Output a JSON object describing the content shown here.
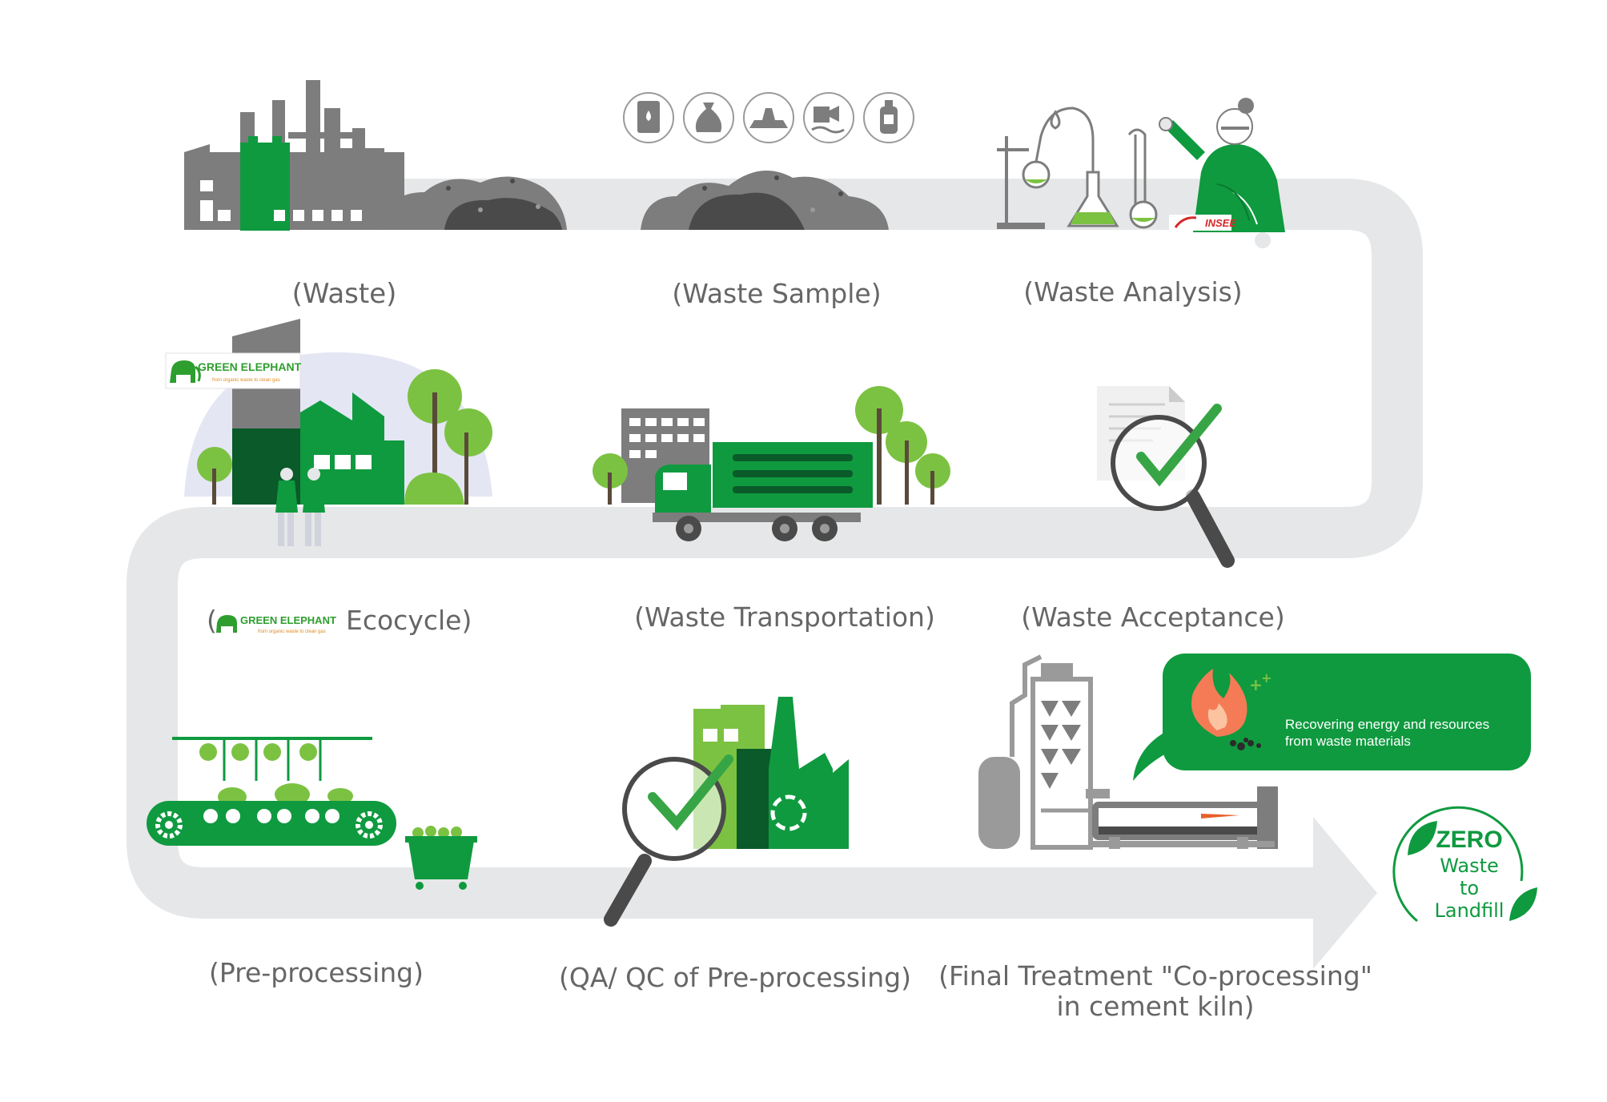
{
  "steps": {
    "waste": "(Waste)",
    "waste_sample": "(Waste Sample)",
    "waste_analysis": "(Waste Analysis)",
    "ecocycle_open": "(",
    "ecocycle_suffix": " Ecocycle)",
    "waste_transportation": "(Waste Transportation)",
    "waste_acceptance": "(Waste Acceptance)",
    "pre_processing": "(Pre-processing)",
    "qa_qc": "(QA/ QC of Pre-processing)",
    "final_treatment_line1": "(Final Treatment \"Co-processing\"",
    "final_treatment_line2": "in cement kiln)"
  },
  "brand": {
    "name": "GREEN ELEPHANT",
    "tagline": "from organic waste to clean gas",
    "lab_logo": "INSEE"
  },
  "callout": {
    "line1": "Recovering energy and resources",
    "line2": "from waste materials"
  },
  "badge": {
    "line1": "ZERO",
    "line2": "Waste",
    "line3": "to",
    "line4": "Landfill"
  },
  "sample_icons": [
    "barrel-icon",
    "bag-icon",
    "powder-pile-icon",
    "liquid-sludge-icon",
    "bottle-icon"
  ],
  "colors": {
    "green": "#0f9a3f",
    "light_green": "#7cc242",
    "gray": "#7d7d7d",
    "dark_gray": "#4a4a4a",
    "path": "#e6e7e8",
    "text": "#666666"
  }
}
